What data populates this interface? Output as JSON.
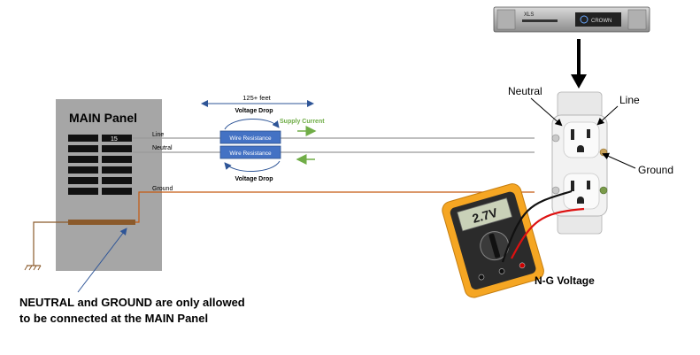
{
  "panel": {
    "title": "MAIN Panel",
    "breaker_label": "15"
  },
  "wires": {
    "line": "Line",
    "neutral": "Neutral",
    "ground": "Ground"
  },
  "resistors": {
    "top": "Wire Resistance",
    "bottom": "Wire Resistance"
  },
  "annotations": {
    "distance": "125+ feet",
    "voltage_drop_top": "Voltage Drop",
    "voltage_drop_bottom": "Voltage Drop",
    "supply_current": "Supply Current"
  },
  "outlet": {
    "neutral": "Neutral",
    "line": "Line",
    "ground": "Ground"
  },
  "meter": {
    "reading": "2.7V",
    "caption": "N-G Voltage"
  },
  "amplifier": {
    "model": "XLS",
    "brand": "CROWN"
  },
  "note": {
    "line1": "NEUTRAL and GROUND are only allowed",
    "line2": "to be connected at the MAIN Panel"
  },
  "colors": {
    "panel_gray": "#a6a6a6",
    "resistor_blue": "#4472c4",
    "arrow_green": "#70ad47",
    "ground_wire": "#c55a11",
    "arrow_blue": "#2e5597",
    "meter_orange": "#f5a623"
  }
}
